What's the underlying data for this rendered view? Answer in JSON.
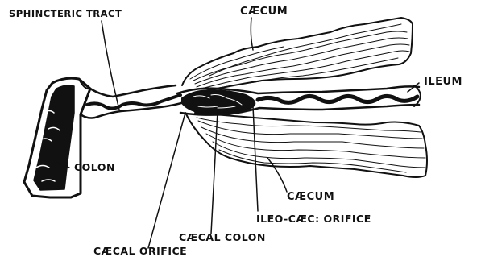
{
  "labels": {
    "sphincteric_tract": "SPHINCTERIC TRACT",
    "caecum_top": "CÆCUM",
    "ileum": "ILEUM",
    "colon": "COLON",
    "caecum_bottom": "CÆCUM",
    "ileo_caec_orifice": "ILEO-CÆC: ORIFICE",
    "caecal_colon": "CÆCAL COLON",
    "caecal_orifice": "CÆCAL ORIFICE"
  },
  "colors": {
    "ink": "#111111",
    "paper": "#ffffff"
  }
}
